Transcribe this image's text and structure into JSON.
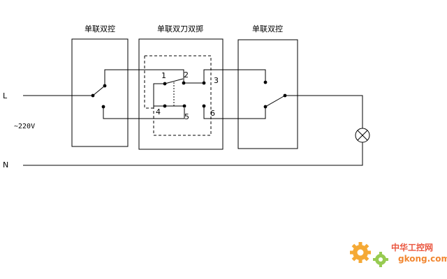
{
  "switches": {
    "left_title": "单联双控",
    "middle_title": "单联双刀双掷",
    "right_title": "单联双控"
  },
  "supply": {
    "live_label": "L",
    "neutral_label": "N",
    "voltage_label": "~220V"
  },
  "terminals": [
    "1",
    "2",
    "3",
    "4",
    "5",
    "6"
  ],
  "watermark": {
    "site_name": "中华工控网",
    "site_url": "gkong.com"
  },
  "colors": {
    "line": "#000000",
    "watermark_red": "#e8432a",
    "watermark_orange": "#f07a1a",
    "watermark_gear": "#f5a020"
  }
}
